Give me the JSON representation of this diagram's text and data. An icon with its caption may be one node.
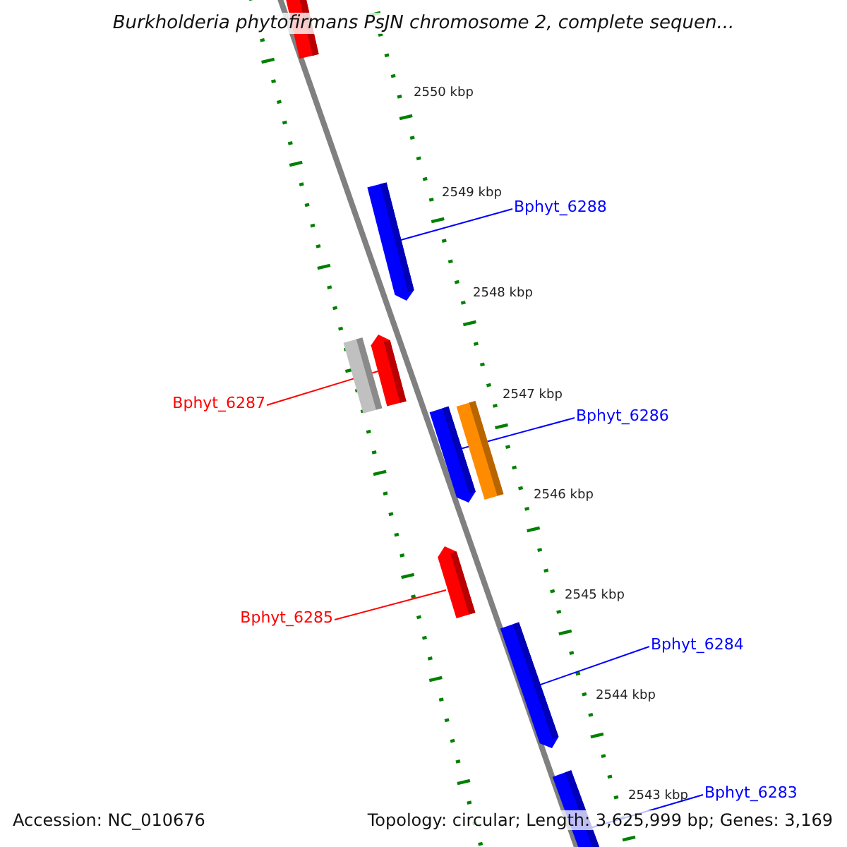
{
  "diagram": {
    "title": "Burkholderia phytofirmans PsJN chromosome 2, complete sequen...",
    "nodes": [
      {
        "text": [],
        "shape": "bar"
      },
      {
        "text": [
          "Bphyt_6288"
        ]
      },
      {
        "text": [],
        "shape": "bar"
      },
      {
        "text": [],
        "shape": "bar"
      },
      {
        "text": [],
        "shape": "bar"
      },
      {
        "text": [
          "Bphyt_6287"
        ]
      },
      {
        "text": [
          "Bphyt_6286"
        ]
      },
      {
        "text": [],
        "shape": "bar"
      },
      {
        "text": [],
        "shape": "bar"
      },
      {
        "text": [
          "Bphyt_6285"
        ]
      },
      {
        "text": [],
        "shape": "bar"
      },
      {
        "text": [
          "Bphyt_6284"
        ]
      },
      {
        "text": [],
        "shape": "bar"
      },
      {
        "text": [
          "Bphyt_6283"
        ]
      },
      {
        "text": [],
        "shape": "bar"
      }
    ],
    "edges": [
      {
        "from": 1,
        "to": 2,
        "arrow": "none"
      },
      {
        "from": 5,
        "to": 4,
        "arrow": "none",
        "color": "#ff0000"
      },
      {
        "from": 6,
        "to": 7,
        "arrow": "none"
      },
      {
        "from": 9,
        "to": 10,
        "arrow": "none",
        "color": "#ff0000"
      },
      {
        "from": 11,
        "to": 12,
        "arrow": "none"
      },
      {
        "from": 13,
        "to": 14,
        "arrow": "none"
      }
    ],
    "labels": [
      "2550 kbp",
      "2549 kbp",
      "2548 kbp",
      "2547 kbp",
      "2546 kbp",
      "2545 kbp",
      "2544 kbp",
      "2543 kbp",
      "Accession: NC_010676",
      "Topology: circular; Length: 3,625,999 bp; Genes: 3,169"
    ]
  }
}
